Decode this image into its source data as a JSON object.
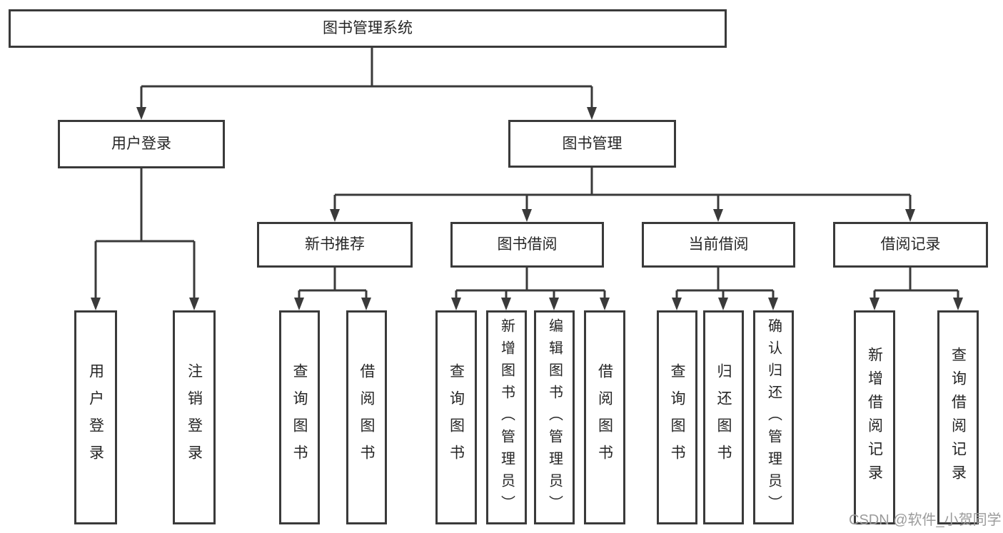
{
  "diagram": {
    "root": {
      "label": "图书管理系统"
    },
    "level2": {
      "user_login": {
        "label": "用户登录"
      },
      "book_mgmt": {
        "label": "图书管理"
      }
    },
    "level3": {
      "new_book_rec": {
        "label": "新书推荐"
      },
      "book_borrowing": {
        "label": "图书借阅"
      },
      "current_borrowing": {
        "label": "当前借阅"
      },
      "borrowing_records": {
        "label": "借阅记录"
      }
    },
    "leaves": {
      "user_login": [
        "用户登录",
        "注销登录"
      ],
      "new_book_rec": [
        "查询图书",
        "借阅图书"
      ],
      "book_borrowing": [
        "查询图书",
        "新增图书（管理员）",
        "编辑图书（管理员）",
        "借阅图书"
      ],
      "current_borrowing": [
        "查询图书",
        "归还图书",
        "确认归还（管理员）"
      ],
      "borrowing_records": [
        "新增借阅记录",
        "查询借阅记录"
      ]
    }
  },
  "watermark": {
    "text": "CSDN @软件_小贺同学"
  },
  "colors": {
    "line": "#3a3a3a",
    "text": "#262626",
    "fill": "#ffffff",
    "bg": "#ffffff",
    "wm": "#9b9b9b"
  }
}
